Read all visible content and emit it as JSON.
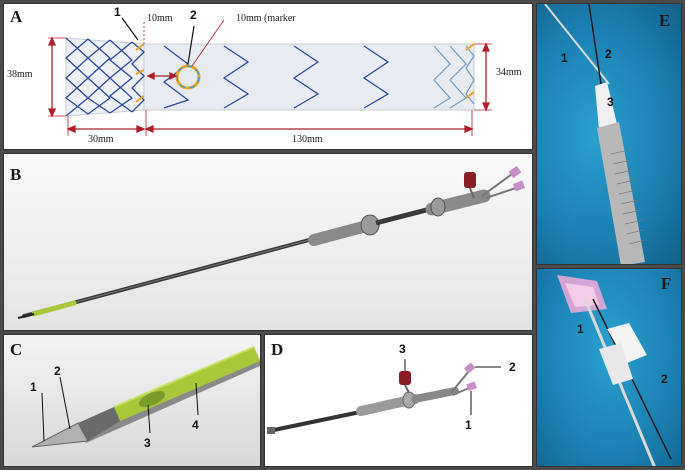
{
  "panels": {
    "a": {
      "label": "A",
      "callouts": [
        "1",
        "2"
      ],
      "dimensions": {
        "stent_diameter_left": "38mm",
        "stent_diameter_right": "34mm",
        "flare_length": "30mm",
        "body_length": "130mm",
        "offset": "10mm",
        "marker": "10mm (marker"
      },
      "colors": {
        "wire": "#2c4a9c",
        "marker_ring": "#f2a020",
        "marker_ring_inner": "#2aa3d8",
        "dimension_line": "#b01e2a"
      }
    },
    "b": {
      "label": "B"
    },
    "c": {
      "label": "C",
      "callouts": [
        "1",
        "2",
        "3",
        "4"
      ],
      "colors": {
        "sheath_green": "#a8c83a"
      }
    },
    "d": {
      "label": "D",
      "callouts": [
        "3",
        "2",
        "1"
      ],
      "colors": {
        "valve_red": "#8a1e24",
        "port_pink": "#c890c8"
      }
    },
    "e": {
      "label": "E",
      "callouts": [
        "1",
        "2",
        "3"
      ],
      "colors": {
        "drape_blue": "#1f8fbf"
      }
    },
    "f": {
      "label": "F",
      "callouts": [
        "1",
        "2"
      ]
    }
  }
}
